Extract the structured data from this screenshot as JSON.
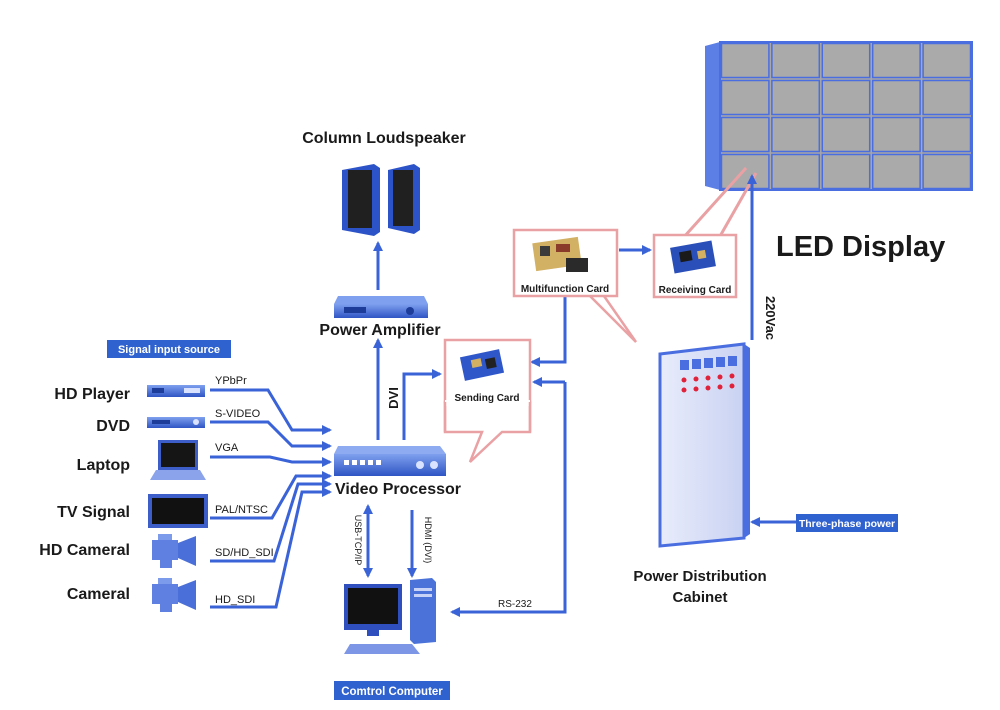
{
  "labels": {
    "column_loudspeaker": "Column Loudspeaker",
    "power_amplifier": "Power Amplifier",
    "video_processor": "Video Processor",
    "control_computer": "Comtrol  Computer",
    "sending_card": "Sending  Card",
    "multifunction_card": "Multifunction Card",
    "receiving_card": "Receiving Card",
    "led_display": "LED Display",
    "power_distribution_line1": "Power Distribution",
    "power_distribution_line2": "Cabinet",
    "three_phase_power": "Three-phase power",
    "signal_input_source": "Signal input source"
  },
  "sources": [
    {
      "name": "HD Player",
      "signal": "YPbPr"
    },
    {
      "name": "DVD",
      "signal": "S-VIDEO"
    },
    {
      "name": "Laptop",
      "signal": "VGA"
    },
    {
      "name": "TV Signal",
      "signal": "PAL/NTSC"
    },
    {
      "name": "HD Cameral",
      "signal": "SD/HD_SDI"
    },
    {
      "name": "Cameral",
      "signal": "HD_SDI"
    }
  ],
  "connections": {
    "dvi": "DVI",
    "usb_tcp_ip": "USB-TCP/IP",
    "hdmi_dvi": "HDMI (DVI)",
    "rs232": "RS-232",
    "vac220": "220Vac"
  },
  "colors": {
    "arrow": "#3a63d8",
    "device": "#4a72d8",
    "callout_border": "#e9a1a4",
    "badge": "#2f62cf",
    "panel": "#a7a7a7",
    "panel_edge": "#4a6ee0"
  }
}
